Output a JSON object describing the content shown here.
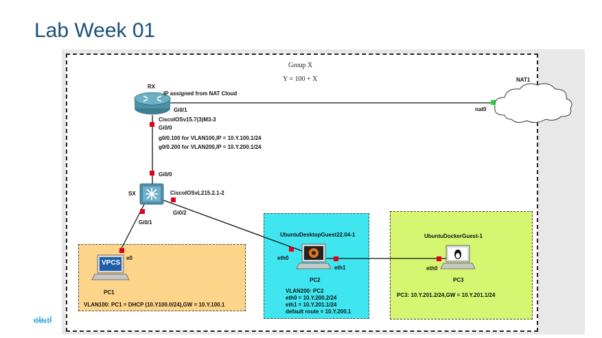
{
  "slide": {
    "title": "Lab Week 01"
  },
  "group": {
    "title": "Group X",
    "formula": "Y = 100 + X"
  },
  "router": {
    "name": "RX",
    "note": "IP assigned from NAT Cloud",
    "model": "CiscoIOSv15.7(3)M3-3",
    "port_nat": "Gi0/1",
    "port_switch": "Gi0/0",
    "subif": "g0/0.100 for VLAN100,IP = 10.Y.100.1/24\ng0/0.200 for VLAN200,IP = 10.Y.200.1/24"
  },
  "cloud": {
    "name": "NAT1",
    "port": "nat0"
  },
  "switch": {
    "name": "SX",
    "model": "CiscoIOSvL215.2.1-2",
    "port_router": "Gi0/0",
    "port_pc1": "Gi0/1",
    "port_pc2": "Gi0/2"
  },
  "pc1": {
    "name": "PC1",
    "badge": "VPCS",
    "port": "e0",
    "config": "VLAN100: PC1 = DHCP (10.Y100.0/24),GW = 10.Y.100.1"
  },
  "pc2": {
    "name": "PC2",
    "title": "UbuntuDesktopGuest22.04-1",
    "port_eth0": "eth0",
    "port_eth1": "eth1",
    "config": "VLAN200: PC2\neth0 = 10.Y.200.2/24\neth1 = 10.Y.201.1/24\ndefault route = 10.Y.200.1"
  },
  "pc3": {
    "name": "PC3",
    "title": "UbuntuDockerGuest-1",
    "port": "eth0",
    "config": "PC3: 10.Y.201.2/24,GW = 10.Y.201.1/24"
  },
  "branding": {
    "logo_text": "CISCO"
  },
  "colors": {
    "link": "#111111",
    "port_down": "#e0001a",
    "port_up": "#22dd33",
    "zone_pc1": "#fdd58a",
    "zone_pc2": "#3fe6f0",
    "zone_pc3": "#d6f672",
    "title": "#1a4f7a"
  }
}
